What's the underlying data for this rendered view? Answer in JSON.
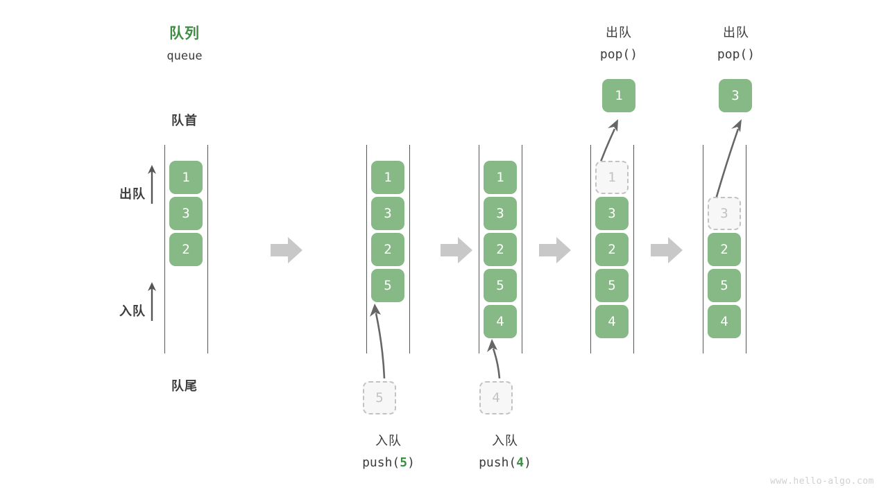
{
  "diagram": {
    "title_cn": "队列",
    "title_en": "queue",
    "front_label": "队首",
    "rear_label": "队尾",
    "dequeue_label": "出队",
    "enqueue_label": "入队",
    "watermark": "www.hello-algo.com",
    "accent_color": "#3f8c43",
    "cell_color": "#86b986",
    "ghost_color": "#c2c2c2",
    "arrow_color": "#c8c8c8"
  },
  "columns": [
    {
      "id": "initial",
      "header_cn": "",
      "header_code": "",
      "cells": [
        {
          "value": "1",
          "state": "solid"
        },
        {
          "value": "3",
          "state": "solid"
        },
        {
          "value": "2",
          "state": "solid"
        }
      ],
      "incoming": null,
      "outgoing": null,
      "caption_cn": "",
      "caption_code": ""
    },
    {
      "id": "push-5",
      "header_cn": "",
      "header_code": "",
      "cells": [
        {
          "value": "1",
          "state": "solid"
        },
        {
          "value": "3",
          "state": "solid"
        },
        {
          "value": "2",
          "state": "solid"
        },
        {
          "value": "5",
          "state": "solid"
        }
      ],
      "incoming": {
        "value": "5",
        "state": "ghost"
      },
      "outgoing": null,
      "caption_cn": "入队",
      "caption_code": "push(5)",
      "caption_num": "5"
    },
    {
      "id": "push-4",
      "header_cn": "",
      "header_code": "",
      "cells": [
        {
          "value": "1",
          "state": "solid"
        },
        {
          "value": "3",
          "state": "solid"
        },
        {
          "value": "2",
          "state": "solid"
        },
        {
          "value": "5",
          "state": "solid"
        },
        {
          "value": "4",
          "state": "solid"
        }
      ],
      "incoming": {
        "value": "4",
        "state": "ghost"
      },
      "outgoing": null,
      "caption_cn": "入队",
      "caption_code": "push(4)",
      "caption_num": "4"
    },
    {
      "id": "pop-1",
      "header_cn": "出队",
      "header_code": "pop()",
      "cells": [
        {
          "value": "1",
          "state": "ghost"
        },
        {
          "value": "3",
          "state": "solid"
        },
        {
          "value": "2",
          "state": "solid"
        },
        {
          "value": "5",
          "state": "solid"
        },
        {
          "value": "4",
          "state": "solid"
        }
      ],
      "incoming": null,
      "outgoing": {
        "value": "1",
        "state": "solid"
      },
      "caption_cn": "",
      "caption_code": ""
    },
    {
      "id": "pop-3",
      "header_cn": "出队",
      "header_code": "pop()",
      "cells": [
        {
          "value": "",
          "state": "empty"
        },
        {
          "value": "3",
          "state": "ghost"
        },
        {
          "value": "2",
          "state": "solid"
        },
        {
          "value": "5",
          "state": "solid"
        },
        {
          "value": "4",
          "state": "solid"
        }
      ],
      "incoming": null,
      "outgoing": {
        "value": "3",
        "state": "solid"
      },
      "caption_cn": "",
      "caption_code": ""
    }
  ],
  "step_arrows": [
    {
      "label": "step-arrow-1"
    },
    {
      "label": "step-arrow-2"
    },
    {
      "label": "step-arrow-3"
    },
    {
      "label": "step-arrow-4"
    }
  ]
}
